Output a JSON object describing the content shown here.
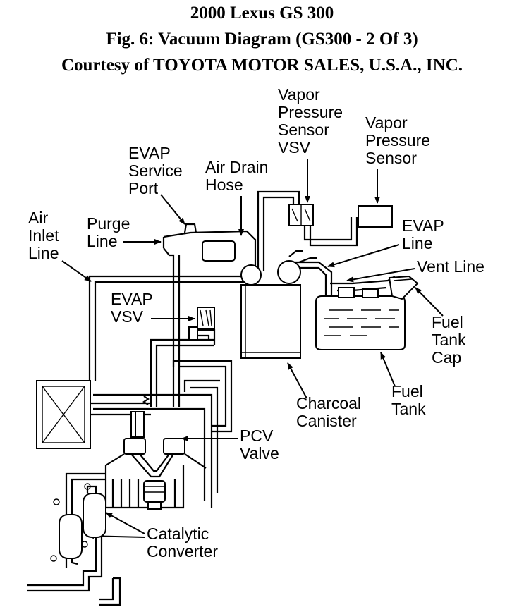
{
  "header": {
    "line1": "2000 Lexus GS 300",
    "line2": "Fig. 6: Vacuum Diagram (GS300 - 2 Of 3)",
    "line3": "Courtesy of TOYOTA MOTOR SALES, U.S.A., INC."
  },
  "labels": {
    "vapor_pressure_sensor_vsv": [
      "Vapor",
      "Pressure",
      "Sensor",
      "VSV"
    ],
    "vapor_pressure_sensor": [
      "Vapor",
      "Pressure",
      "Sensor"
    ],
    "evap_service_port": [
      "EVAP",
      "Service",
      "Port"
    ],
    "air_drain_hose": [
      "Air Drain",
      "Hose"
    ],
    "air_inlet_line": [
      "Air",
      "Inlet",
      "Line"
    ],
    "purge_line": [
      "Purge",
      "Line"
    ],
    "evap_line": [
      "EVAP",
      "Line"
    ],
    "vent_line": [
      "Vent Line"
    ],
    "evap_vsv": [
      "EVAP",
      "VSV"
    ],
    "fuel_tank_cap": [
      "Fuel",
      "Tank",
      "Cap"
    ],
    "charcoal_canister": [
      "Charcoal",
      "Canister"
    ],
    "fuel_tank": [
      "Fuel",
      "Tank"
    ],
    "pcv_valve": [
      "PCV",
      "Valve"
    ],
    "catalytic_converter": [
      "Catalytic",
      "Converter"
    ]
  }
}
